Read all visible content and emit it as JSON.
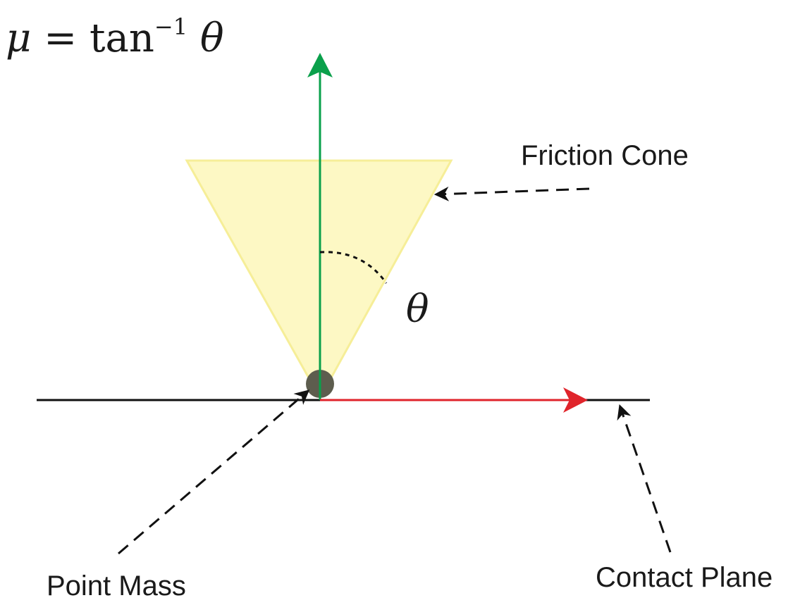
{
  "formula": {
    "lhs": "μ",
    "equals": "=",
    "func": "tan",
    "exponent": "−1",
    "arg": "θ"
  },
  "angle_symbol": "θ",
  "labels": {
    "friction_cone": "Friction Cone",
    "point_mass": "Point Mass",
    "contact_plane": "Contact Plane"
  },
  "colors": {
    "cone_fill": "#fdf8c4",
    "cone_stroke": "#f6ee98",
    "normal_arrow": "#0aa04b",
    "tangent_arrow": "#e0242b",
    "plane": "#111111",
    "point_mass": "#5d5d4e"
  }
}
